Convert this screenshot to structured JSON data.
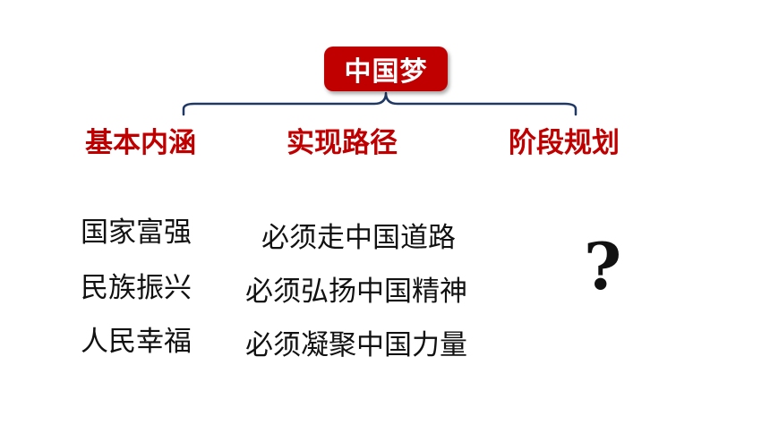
{
  "root": {
    "label": "中国梦"
  },
  "colors": {
    "accent": "#c00000",
    "text": "#111111",
    "connector": "#1f3864"
  },
  "branches": [
    {
      "label": "基本内涵",
      "items": [
        "国家富强",
        "民族振兴",
        "人民幸福"
      ]
    },
    {
      "label": "实现路径",
      "items": [
        "必须走中国道路",
        "必须弘扬中国精神",
        "必须凝聚中国力量"
      ]
    },
    {
      "label": "阶段规划",
      "items": [
        "?"
      ]
    }
  ]
}
